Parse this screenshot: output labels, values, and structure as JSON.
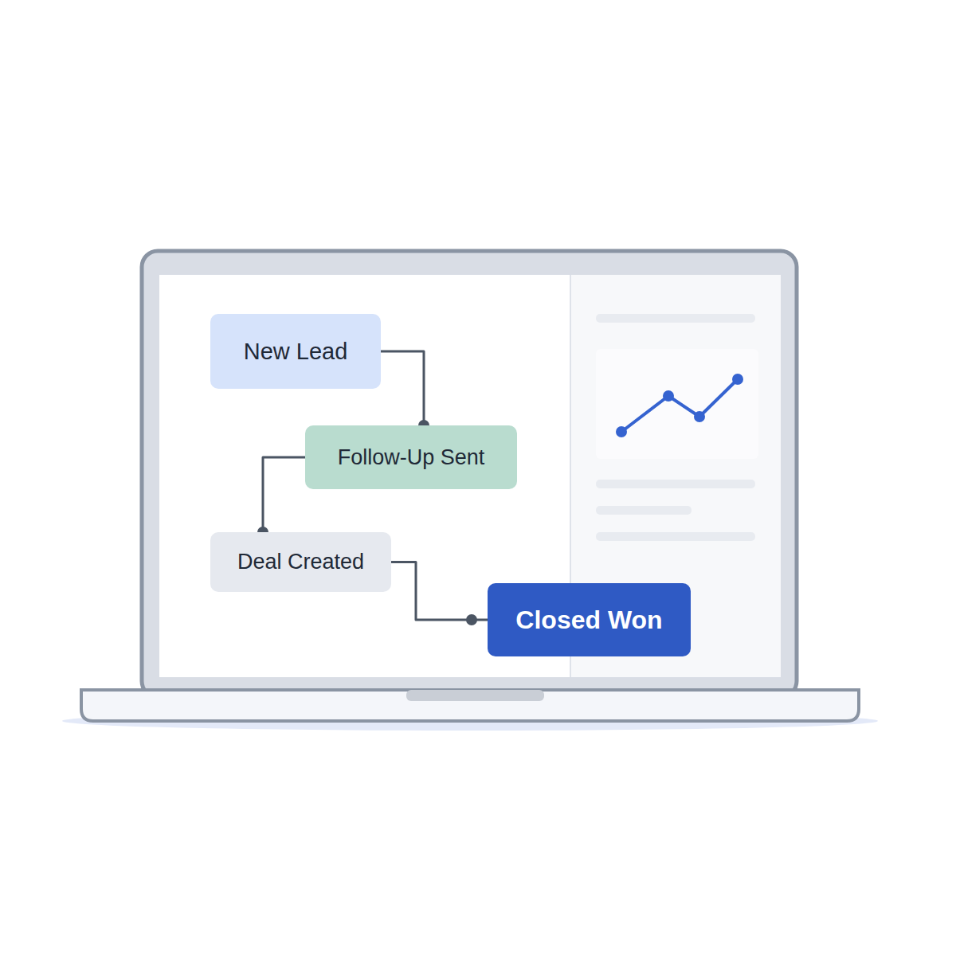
{
  "diagram": {
    "nodes": [
      {
        "text": [
          "New Lead"
        ]
      },
      {
        "text": [
          "Follow-Up Sent"
        ]
      },
      {
        "text": [
          "Deal Created"
        ]
      },
      {
        "text": [
          "Closed Won"
        ]
      }
    ],
    "edges": [
      {
        "from": 0,
        "to": 1,
        "arrow": "none"
      },
      {
        "from": 1,
        "to": 2,
        "arrow": "none"
      },
      {
        "from": 2,
        "to": 3,
        "arrow": "none"
      }
    ]
  }
}
